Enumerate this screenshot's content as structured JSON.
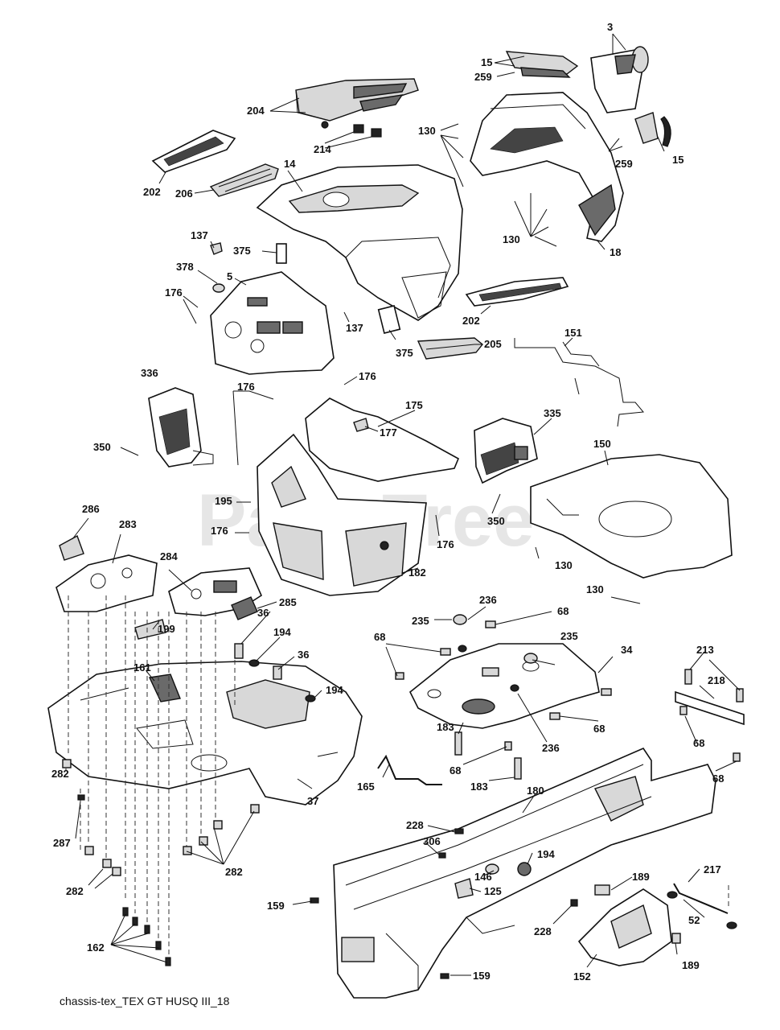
{
  "watermark": {
    "text": "PartsTree",
    "tm": "TM"
  },
  "caption": "chassis-tex_TEX GT HUSQ III_18",
  "labels": {
    "l3": "3",
    "l15a": "15",
    "l259a": "259",
    "l204": "204",
    "l130a": "130",
    "l214": "214",
    "l259b": "259",
    "l15b": "15",
    "l14": "14",
    "l202a": "202",
    "l206": "206",
    "l130b": "130",
    "l18": "18",
    "l137a": "137",
    "l375a": "375",
    "l378": "378",
    "l5": "5",
    "l176a": "176",
    "l137b": "137",
    "l202b": "202",
    "l375b": "375",
    "l205": "205",
    "l151": "151",
    "l176b": "176",
    "l336": "336",
    "l176c": "176",
    "l175": "175",
    "l177": "177",
    "l335": "335",
    "l150": "150",
    "l350a": "350",
    "l195": "195",
    "l350b": "350",
    "l176d": "176",
    "l176e": "176",
    "l130c": "130",
    "l286": "286",
    "l283": "283",
    "l284": "284",
    "l182": "182",
    "l130d": "130",
    "l285": "285",
    "l236a": "236",
    "l235a": "235",
    "l68a": "68",
    "l68b": "68",
    "l235b": "235",
    "l199": "199",
    "l36a": "36",
    "l194a": "194",
    "l34": "34",
    "l36b": "36",
    "l213": "213",
    "l161": "161",
    "l194b": "194",
    "l218": "218",
    "l183a": "183",
    "l68c": "68",
    "l236b": "236",
    "l68d": "68",
    "l68e": "68",
    "l282a": "282",
    "l165": "165",
    "l183b": "183",
    "l180": "180",
    "l68f": "68",
    "l37": "37",
    "l287": "287",
    "l228a": "228",
    "l306": "306",
    "l194c": "194",
    "l217": "217",
    "l282b": "282",
    "l146": "146",
    "l189a": "189",
    "l282c": "282",
    "l125": "125",
    "l159a": "159",
    "l52": "52",
    "l228b": "228",
    "l162": "162",
    "l189b": "189",
    "l152": "152",
    "l159b": "159"
  }
}
